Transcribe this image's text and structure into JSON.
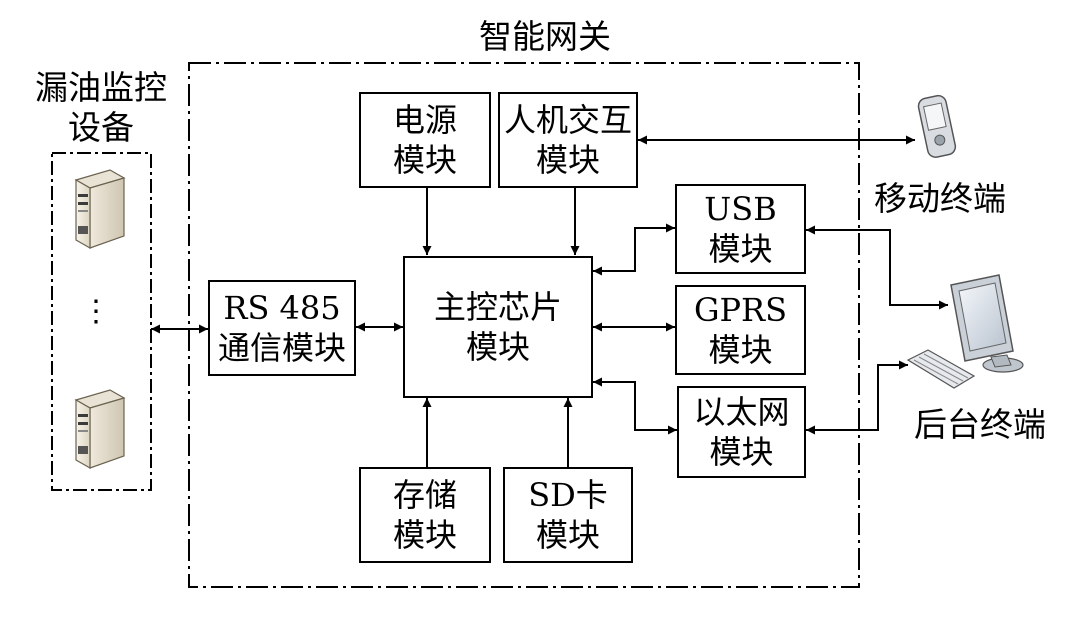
{
  "gateway": {
    "title": "智能网关"
  },
  "left_device": {
    "line1": "漏油监控",
    "line2": "设备",
    "ellipsis": "⋮"
  },
  "modules": {
    "power": {
      "line1": "电源",
      "line2": "模块"
    },
    "hmi": {
      "line1": "人机交互",
      "line2": "模块"
    },
    "usb": {
      "line1": "USB",
      "line2": "模块"
    },
    "rs485": {
      "line1": "RS 485",
      "line2": "通信模块"
    },
    "mcu": {
      "line1": "主控芯片",
      "line2": "模块"
    },
    "gprs": {
      "line1": "GPRS",
      "line2": "模块"
    },
    "eth": {
      "line1": "以太网",
      "line2": "模块"
    },
    "storage": {
      "line1": "存储",
      "line2": "模块"
    },
    "sd": {
      "line1": "SD卡",
      "line2": "模块"
    }
  },
  "terminals": {
    "mobile": "移动终端",
    "backend": "后台终端"
  },
  "icons": [
    "server-icon",
    "mobile-phone-icon",
    "monitor-icon",
    "keyboard-icon"
  ]
}
